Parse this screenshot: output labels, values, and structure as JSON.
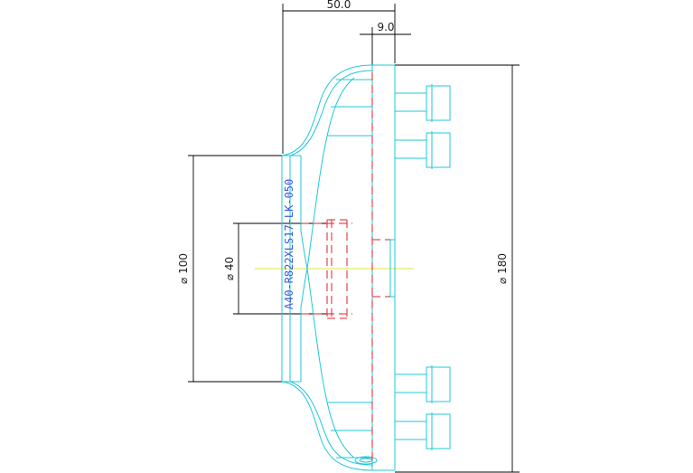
{
  "drawing": {
    "part_number": "A40-R822XLS17-LK-050",
    "dimensions": {
      "overall_length": "50.0",
      "flange_thickness": "9.0",
      "outer_diameter": "⌀ 180",
      "hub_diameter": "⌀ 100",
      "bore_diameter": "⌀ 40"
    },
    "colors": {
      "outline": "#1ec8d8",
      "hidden_lines": "#e0202a",
      "centerline": "#e8e040",
      "dimensions": "#000000",
      "label": "#3b5bdb"
    }
  }
}
